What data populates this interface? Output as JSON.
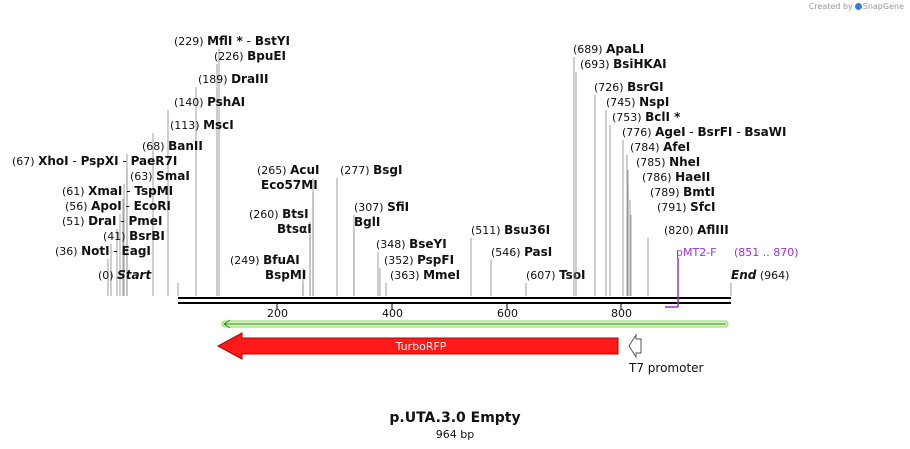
{
  "credit": {
    "prefix": "Created by",
    "brand": "SnapGene"
  },
  "title": "p.UTA.3.0 Empty",
  "subtitle": "964 bp",
  "colors": {
    "orf": "#ff1a1a",
    "feature_outline": "#555555",
    "primer": "#9933cc",
    "primer_line": "#88e055",
    "backbone": "#000000"
  },
  "ticks": [
    "200",
    "400",
    "600",
    "800"
  ],
  "sites": [
    {
      "pos": "(229)",
      "names": [
        "MflI *",
        "BstYI"
      ]
    },
    {
      "pos": "(226)",
      "names": [
        "BpuEI"
      ]
    },
    {
      "pos": "(189)",
      "names": [
        "DraIII"
      ]
    },
    {
      "pos": "(140)",
      "names": [
        "PshAI"
      ]
    },
    {
      "pos": "(113)",
      "names": [
        "MscI"
      ]
    },
    {
      "pos": "(68)",
      "names": [
        "BanII"
      ]
    },
    {
      "pos": "(67)",
      "names": [
        "XhoI",
        "PspXI",
        "PaeR7I"
      ]
    },
    {
      "pos": "(63)",
      "names": [
        "SmaI"
      ]
    },
    {
      "pos": "(61)",
      "names": [
        "XmaI",
        "TspMI"
      ]
    },
    {
      "pos": "(56)",
      "names": [
        "ApoI",
        "EcoRI"
      ]
    },
    {
      "pos": "(51)",
      "names": [
        "DraI",
        "PmeI"
      ]
    },
    {
      "pos": "(41)",
      "names": [
        "BsrBI"
      ]
    },
    {
      "pos": "(36)",
      "names": [
        "NotI",
        "EagI"
      ]
    },
    {
      "pos": "(0)",
      "names": [
        "Start"
      ]
    },
    {
      "pos": "(265)",
      "names": [
        "AcuI"
      ]
    },
    {
      "pos": "",
      "names": [
        "Eco57MI"
      ]
    },
    {
      "pos": "(260)",
      "names": [
        "BtsI"
      ]
    },
    {
      "pos": "",
      "names": [
        "BtsαI"
      ]
    },
    {
      "pos": "(249)",
      "names": [
        "BfuAI"
      ]
    },
    {
      "pos": "",
      "names": [
        "BspMI"
      ]
    },
    {
      "pos": "(277)",
      "names": [
        "BsgI"
      ]
    },
    {
      "pos": "(307)",
      "names": [
        "SfiI"
      ]
    },
    {
      "pos": "",
      "names": [
        "BglI"
      ]
    },
    {
      "pos": "(348)",
      "names": [
        "BseYI"
      ]
    },
    {
      "pos": "(352)",
      "names": [
        "PspFI"
      ]
    },
    {
      "pos": "(363)",
      "names": [
        "MmeI"
      ]
    },
    {
      "pos": "(511)",
      "names": [
        "Bsu36I"
      ]
    },
    {
      "pos": "(546)",
      "names": [
        "PasI"
      ]
    },
    {
      "pos": "(607)",
      "names": [
        "TsoI"
      ]
    },
    {
      "pos": "(689)",
      "names": [
        "ApaLI"
      ]
    },
    {
      "pos": "(693)",
      "names": [
        "BsiHKAI"
      ]
    },
    {
      "pos": "(726)",
      "names": [
        "BsrGI"
      ]
    },
    {
      "pos": "(745)",
      "names": [
        "NspI"
      ]
    },
    {
      "pos": "(753)",
      "names": [
        "BclI *"
      ]
    },
    {
      "pos": "(776)",
      "names": [
        "AgeI",
        "BsrFI",
        "BsaWI"
      ]
    },
    {
      "pos": "(784)",
      "names": [
        "AfeI"
      ]
    },
    {
      "pos": "(785)",
      "names": [
        "NheI"
      ]
    },
    {
      "pos": "(786)",
      "names": [
        "HaeII"
      ]
    },
    {
      "pos": "(789)",
      "names": [
        "BmtI"
      ]
    },
    {
      "pos": "(791)",
      "names": [
        "SfcI"
      ]
    },
    {
      "pos": "(820)",
      "names": [
        "AflIII"
      ]
    },
    {
      "pos": "(964)",
      "names": [
        "End"
      ]
    }
  ],
  "primer": {
    "name": "pMT2-F",
    "range": "(851 .. 870)"
  },
  "features": [
    {
      "name": "TurboRFP",
      "type": "orf"
    },
    {
      "name": "T7 promoter",
      "type": "promoter"
    }
  ]
}
